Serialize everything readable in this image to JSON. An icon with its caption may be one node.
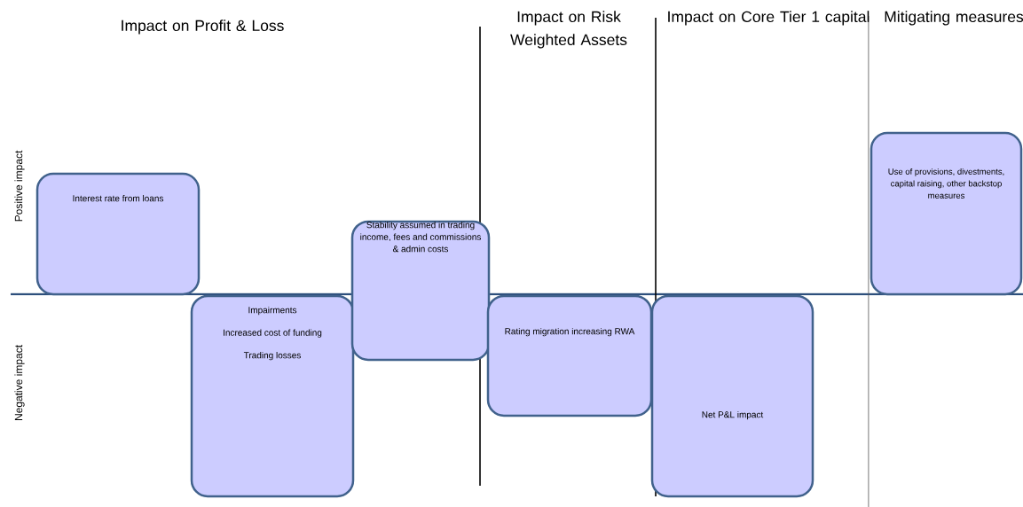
{
  "diagram": {
    "nodes": [
      {
        "text": [
          "Interest rate from loans"
        ]
      },
      {
        "text": [
          "Impairments",
          "Increased cost of funding",
          "Trading losses"
        ]
      },
      {
        "text": [
          "Stability assumed in trading income, fees and commissions & admin costs"
        ]
      },
      {
        "text": [
          "Rating migration increasing RWA"
        ]
      },
      {
        "text": [
          "Net P&L impact"
        ]
      },
      {
        "text": [
          "Use of provisions, divestments, capital raising, other backstop measures"
        ]
      }
    ],
    "labels": [
      "Impact on Profit & Loss",
      "Impact on Risk Weighted Assets",
      "Impact on Core Tier 1 capital",
      "Mitigating measures",
      "Positive impact",
      "Negative impact"
    ]
  }
}
